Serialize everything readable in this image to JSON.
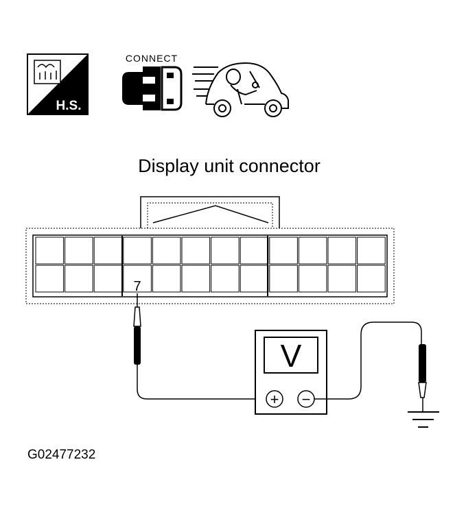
{
  "icons": {
    "harness_sign": {
      "icon": "harness-sign-icon",
      "label": "H.S."
    },
    "connect": {
      "icon": "connector-icon",
      "label": "CONNECT"
    },
    "driving": {
      "icon": "car-driver-icon"
    }
  },
  "title": "Display unit connector",
  "connector": {
    "pin_label": "7",
    "rows": 2,
    "cols": 12
  },
  "voltmeter": {
    "symbol": "V",
    "positive": "+",
    "negative": "−"
  },
  "figure_id": "G02477232"
}
